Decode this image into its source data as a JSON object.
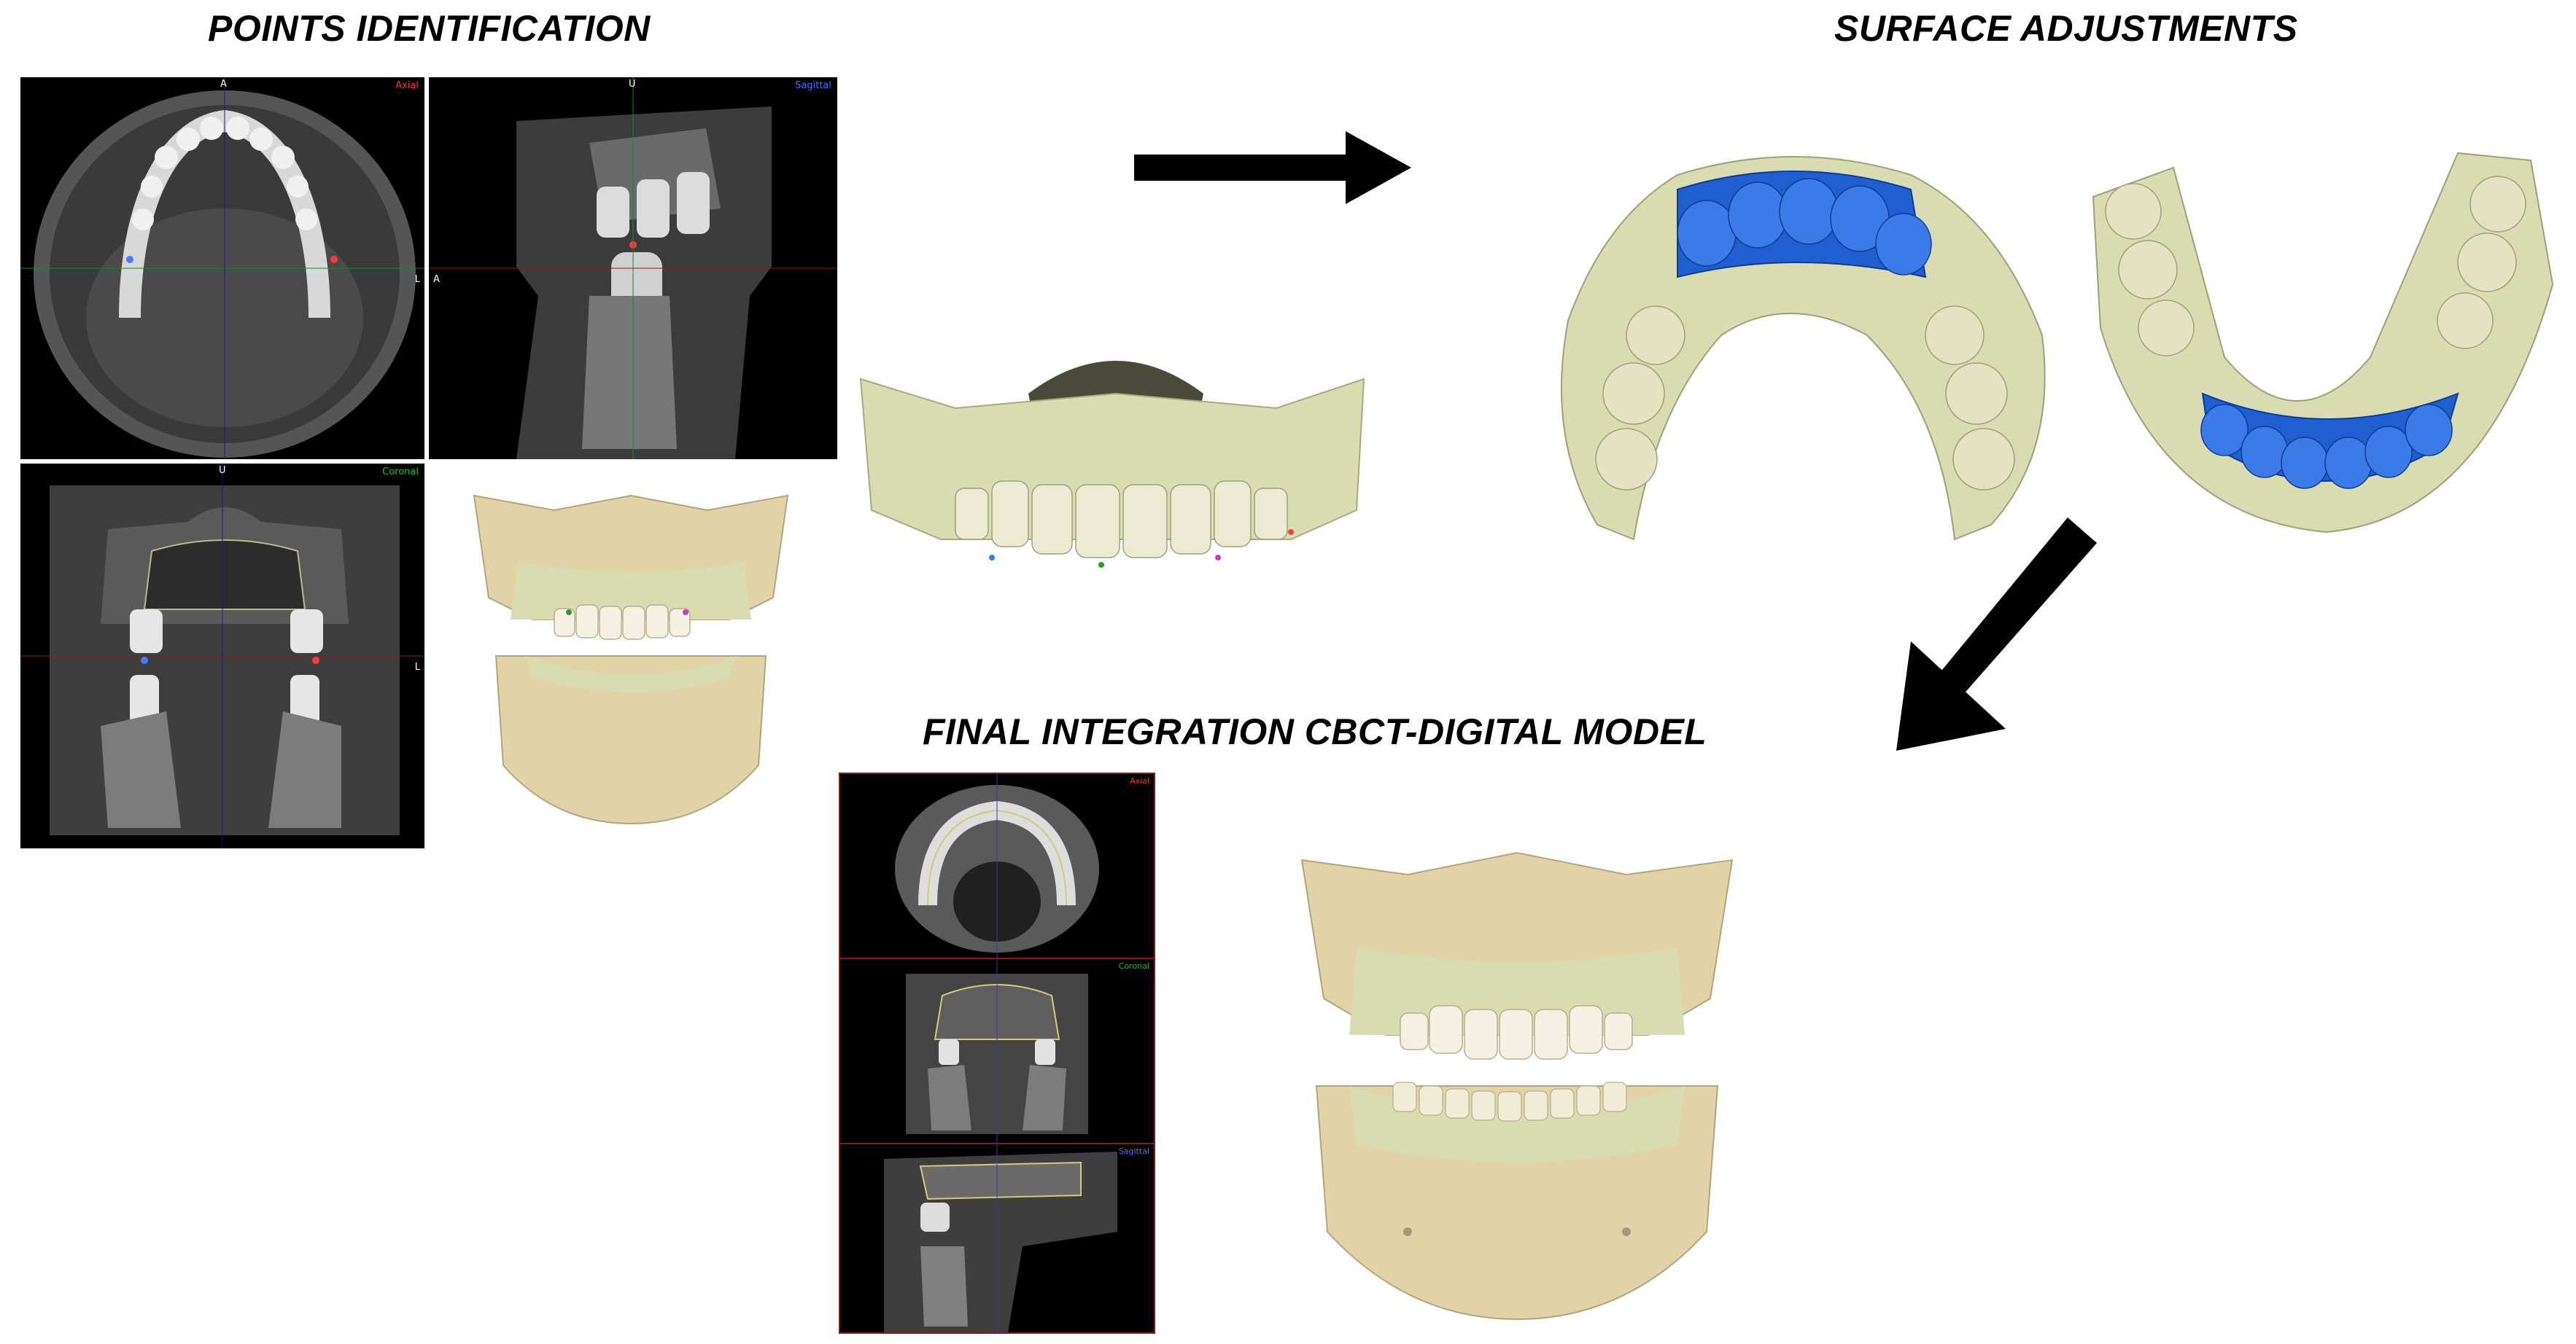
{
  "titles": {
    "points_identification": "POINTS IDENTIFICATION",
    "surface_adjustments": "SURFACE ADJUSTMENTS",
    "final_integration": "FINAL INTEGRATION CBCT-DIGITAL MODEL"
  },
  "viewport_labels": {
    "axial": "Axial",
    "sagittal": "Sagittal",
    "coronal": "Coronal"
  },
  "orientation_markers": {
    "anterior": "A",
    "up": "U",
    "left": "L"
  },
  "colors": {
    "bone": "#e2d2a8",
    "gingiva_model": "#d9dbb0",
    "adjustment_highlight": "#1f5fd0",
    "arrow": "#000000",
    "ct_background": "#000000"
  },
  "icons": [
    "arrow-right-icon",
    "arrow-down-left-icon"
  ]
}
